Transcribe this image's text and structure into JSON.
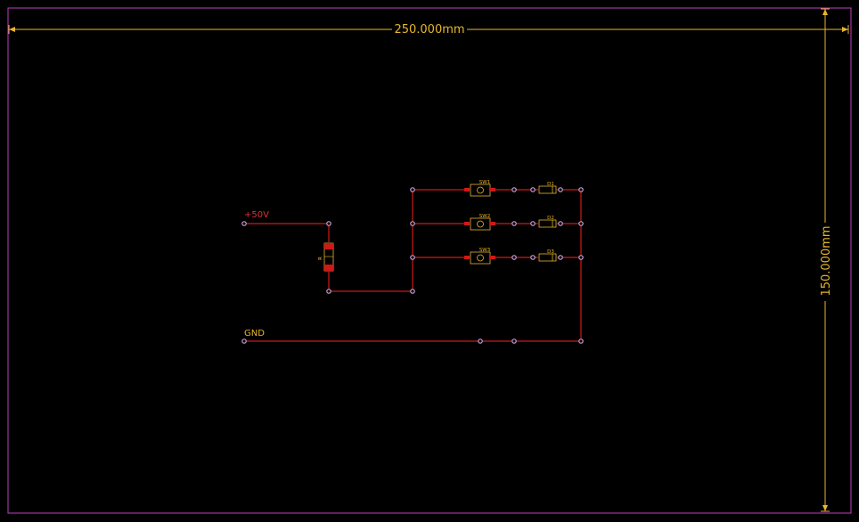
{
  "board": {
    "width_label": "250.000mm",
    "height_label": "150.000mm"
  },
  "nets": {
    "vcc": "+50V",
    "gnd": "GND"
  },
  "components": {
    "resistor": "R",
    "switches": [
      "SW1",
      "SW2",
      "SW3"
    ],
    "diodes": [
      "D1",
      "D2",
      "D3"
    ]
  },
  "colors": {
    "background": "#000000",
    "outline": "#c040c0",
    "dimension": "#e8b62c",
    "trace": "#d01818",
    "pad": "#c8a0d8",
    "silkscreen": "#e8b62c",
    "vcc_label": "#e03030",
    "gnd_label": "#e8b62c"
  }
}
